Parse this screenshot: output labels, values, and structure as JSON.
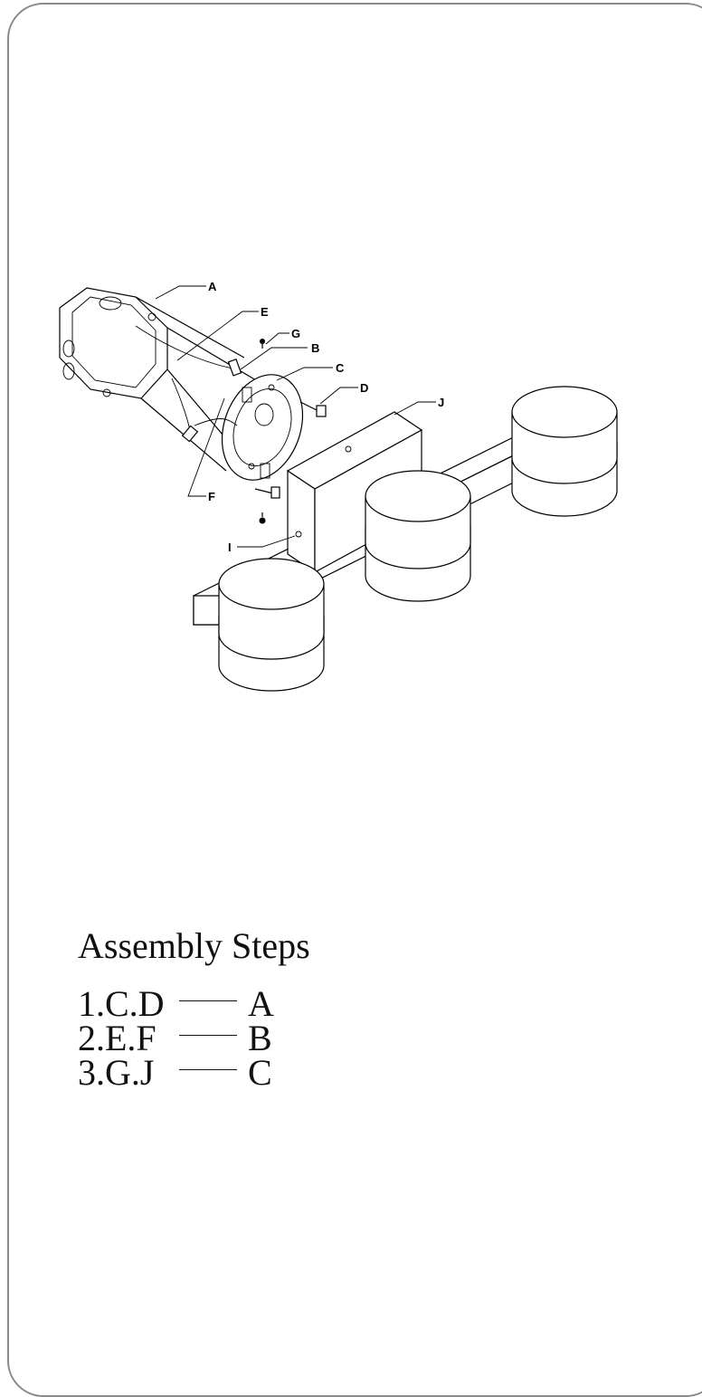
{
  "diagram": {
    "callouts": [
      "A",
      "E",
      "G",
      "B",
      "C",
      "D",
      "J",
      "F",
      "I"
    ]
  },
  "steps": {
    "title": "Assembly Steps",
    "items": [
      {
        "left": "1.C.D",
        "right": "A"
      },
      {
        "left": "2.E.F",
        "right": "B"
      },
      {
        "left": "3.G.J",
        "right": "C"
      }
    ]
  }
}
